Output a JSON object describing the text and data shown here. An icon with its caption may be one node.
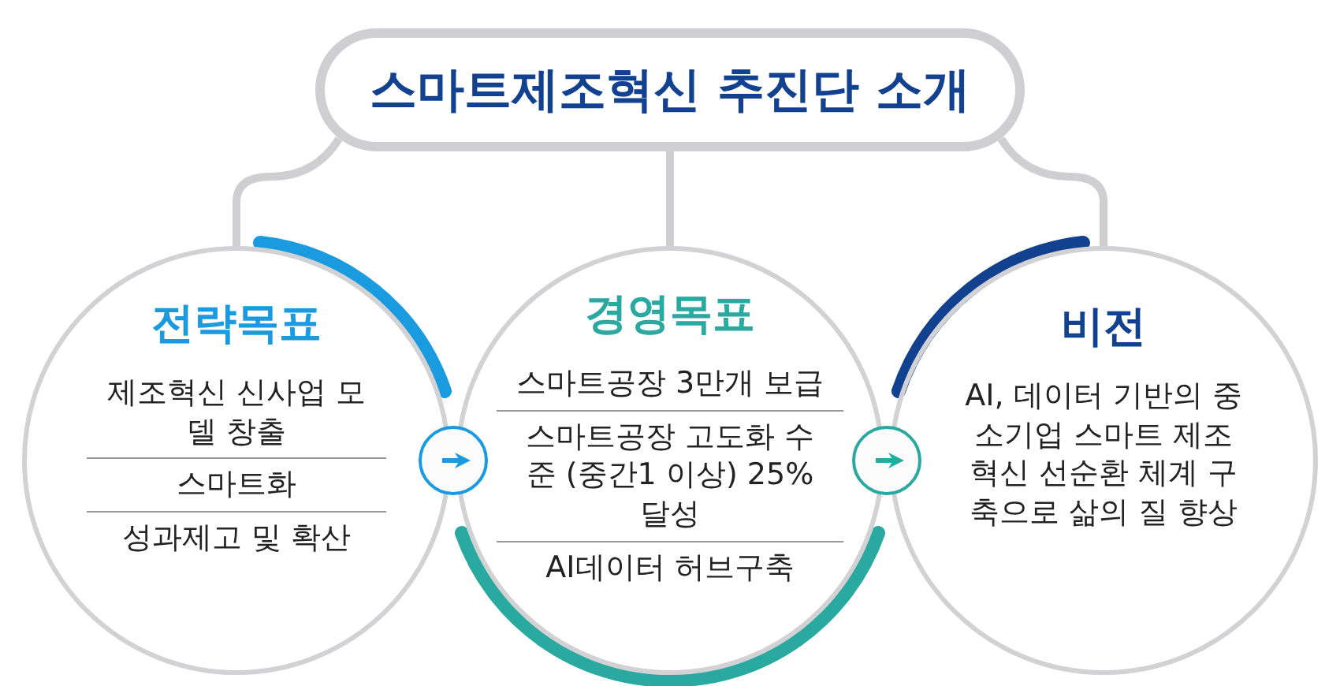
{
  "diagram": {
    "nodes": [
      {
        "text": [
          "스마트제조혁신 추진단 소개"
        ]
      },
      {
        "text": [
          "전략목표",
          "제조혁신 신사업 모델 창출",
          "스마트화",
          "성과제고 및 확산"
        ]
      },
      {
        "text": [
          "경영목표",
          "스마트공장 3만개 보급",
          "스마트공장 고도화 수준 (중간1 이상) 25%달성",
          "AI데이터 허브구축"
        ]
      },
      {
        "text": [
          "비전",
          "AI, 데이터 기반의 중소기업 스마트 제조혁신 선순환 체계 구축으로 삶의 질 향상"
        ]
      }
    ],
    "edges": [
      {
        "from": 0,
        "to": 1,
        "arrow": "none"
      },
      {
        "from": 0,
        "to": 2,
        "arrow": "none"
      },
      {
        "from": 0,
        "to": 3,
        "arrow": "none"
      },
      {
        "from": 1,
        "to": 2,
        "arrow": "to",
        "color": "#1a9be0"
      },
      {
        "from": 2,
        "to": 3,
        "arrow": "to",
        "color": "#2aa9a0"
      }
    ]
  }
}
